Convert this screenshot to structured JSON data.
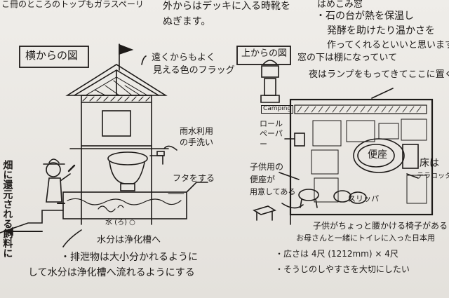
{
  "top_text": {
    "left_fragment": "こ冊のところのトップもガラスペーリ",
    "middle_line1": "外からはデッキに入る時靴を",
    "middle_line2": "ぬぎます。",
    "right_line1": "はめこみ窓",
    "right_line2": "・石の台が熱を保温し",
    "right_line3": "発酵を助けたり温かさを",
    "right_line4": "作ってくれるといいと思います"
  },
  "side_view": {
    "title": "横からの図",
    "flag_note_line1": "遠くからもよく",
    "flag_note_line2": "見える色のフラッグ",
    "rain_label": "雨水利用の手洗い",
    "lid_label": "フタをする",
    "tank_label": "水分は浄化槽へ",
    "tank_inner": "水 (ろ) ○",
    "field_text": "畑に還元される飼料に",
    "bullet_line1": "・排泄物は大小分かれるように",
    "bullet_line2": "して水分は浄化槽へ流れるようにする"
  },
  "top_view": {
    "title": "上からの図",
    "window_note_line1": "窓の下は棚になっていて",
    "window_note_line2": "夜はランプをもってきてここに置く",
    "lamp_tag": "Camping",
    "roll_paper": "ロール ペーパー",
    "child_seat_line1": "子供用の",
    "child_seat_line2": "便座が",
    "child_seat_line3": "用意してある",
    "toilet_label": "便座",
    "floor_label_line1": "床は",
    "floor_label_line2": "テラコッタ",
    "slippers_label": "スリッパ",
    "stool_note_line1": "子供がちょっと腰かける椅子がある",
    "stool_note_line2": "お母さんと一緒にトイレに入った日本用",
    "size_note": "・広さは 4尺 (1212mm) × 4尺",
    "clean_note": "・そうじのしやすさを大切にしたい"
  },
  "icons": [
    "flag-icon",
    "lamp-icon",
    "arrow-icon",
    "person-icon",
    "stool-icon",
    "slippers-icon"
  ]
}
